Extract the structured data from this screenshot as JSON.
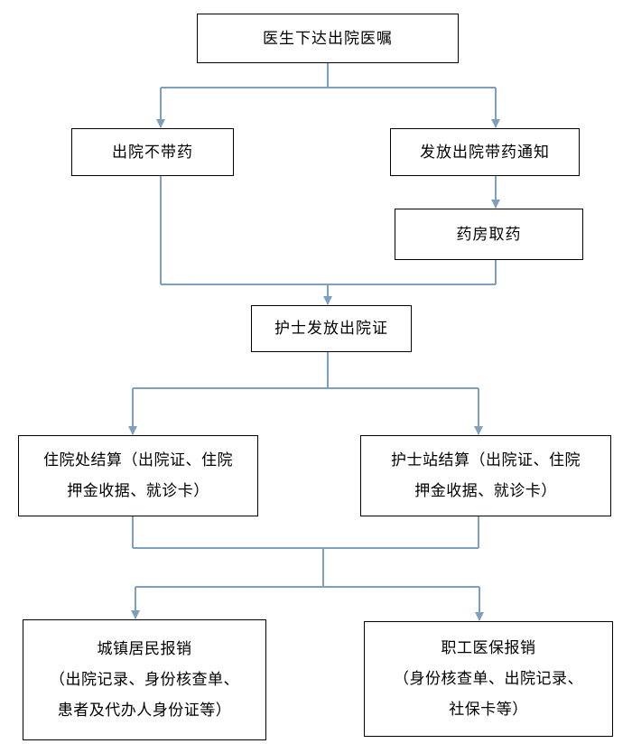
{
  "flowchart": {
    "doctor_order": "医生下达出院医嘱",
    "no_medicine": "出院不带药",
    "medicine_notice": "发放出院带药通知",
    "pharmacy": "药房取药",
    "nurse_certificate": "护士发放出院证",
    "inpatient_settlement": [
      "住院处结算（出院证、住院",
      "押金收据、就诊卡）"
    ],
    "nurse_station_settlement": [
      "护士站结算（出院证、住院",
      "押金收据、就诊卡）"
    ],
    "urban_resident_reimbursement": [
      "城镇居民报销",
      "（出院记录、身份核查单、",
      "患者及代办人身份证等）"
    ],
    "employee_insurance_reimbursement": [
      "职工医保报销",
      "（身份核查单、出院记录、",
      "社保卡等）"
    ]
  },
  "colors": {
    "box_border": "#000000",
    "connector": "#7f9fbf",
    "background": "#ffffff"
  }
}
